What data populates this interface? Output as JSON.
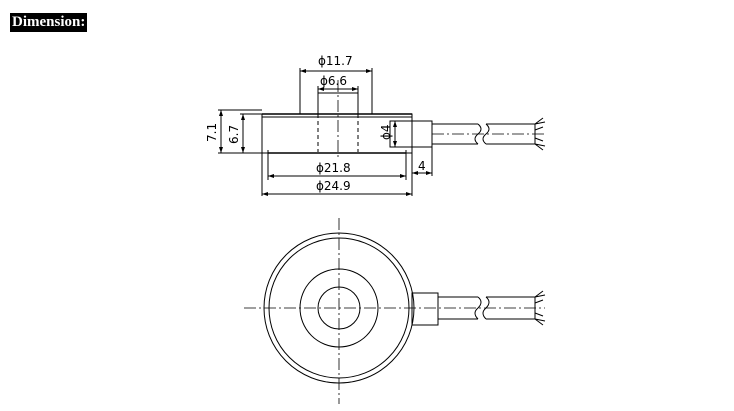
{
  "header": {
    "title": "Dimension:"
  },
  "dimensions": {
    "d_top_outer": "ϕ11.7",
    "d_top_inner": "ϕ6.6",
    "d_body_bottom": "ϕ21.8",
    "d_body_outer": "ϕ24.9",
    "h_total": "7.1",
    "h_body": "6.7",
    "d_cable_gland": "ϕ4",
    "gland_length": "4"
  }
}
